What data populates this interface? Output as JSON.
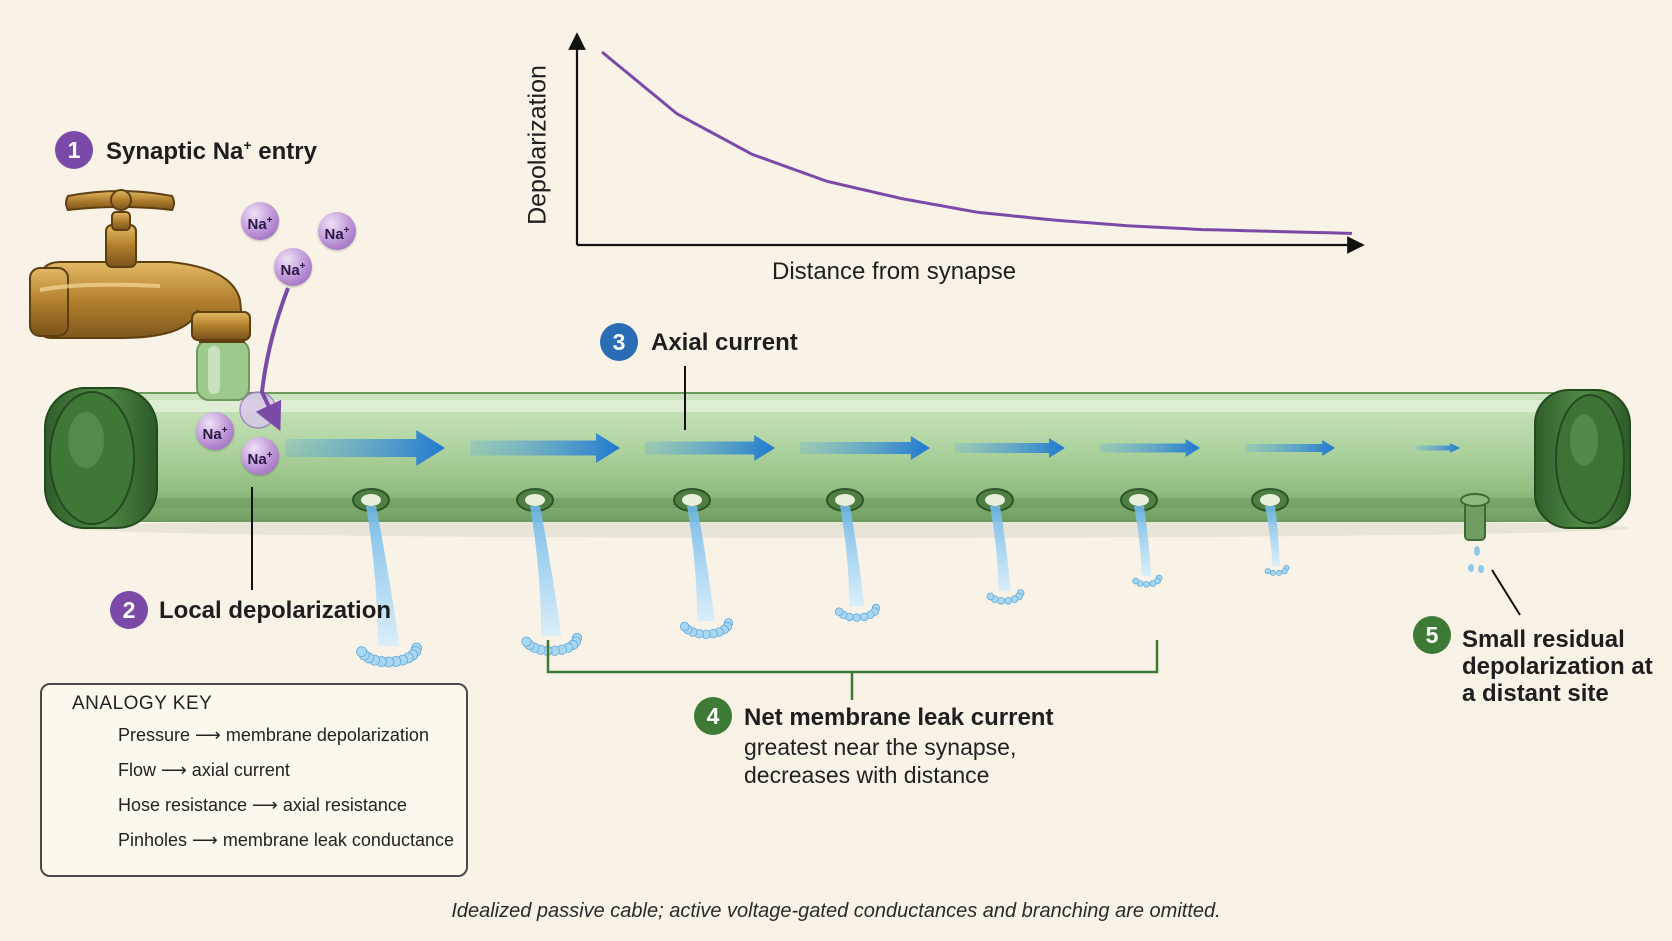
{
  "chart": {
    "y_label": "Depolarization",
    "x_label": "Distance from synapse"
  },
  "chart_data": {
    "type": "line",
    "title": "",
    "xlabel": "Distance from synapse",
    "ylabel": "Depolarization",
    "series": [
      {
        "values_note": "",
        "x": [
          0,
          0.1,
          0.2,
          0.3,
          0.4,
          0.5,
          0.6,
          0.7,
          0.8,
          0.9,
          1.0
        ],
        "y": [
          1.0,
          0.68,
          0.47,
          0.33,
          0.24,
          0.17,
          0.13,
          0.1,
          0.08,
          0.07,
          0.06
        ]
      }
    ],
    "axis_ticks": false,
    "grid": false
  },
  "labels": {
    "step1": {
      "number": "1",
      "text_main": "Synaptic Na",
      "text_sup": "+",
      "text_tail": " entry"
    },
    "step2": {
      "number": "2",
      "text": "Local depolarization"
    },
    "step3": {
      "number": "3",
      "text": "Axial current"
    },
    "step4": {
      "number": "4",
      "title": "Net membrane leak current",
      "line1": "greatest near the synapse,",
      "line2": "decreases with distance"
    },
    "step5": {
      "number": "5",
      "line1": "Small residual",
      "line2": "depolarization at",
      "line3": "a distant site"
    }
  },
  "ions": {
    "symbol": "Na",
    "charge": "+"
  },
  "analogy_key": {
    "title": "ANALOGY KEY",
    "rows": [
      {
        "icon": "purple-arrow-icon",
        "text": "Pressure ⟶ membrane depolarization"
      },
      {
        "icon": "blue-arrow-icon",
        "text": "Flow ⟶ axial current"
      },
      {
        "icon": "green-wave-icon",
        "text": "Hose resistance ⟶ axial resistance"
      },
      {
        "icon": "pinhole-circle-icon",
        "text": "Pinholes ⟶ membrane leak conductance"
      }
    ]
  },
  "caption": "Idealized passive cable; active voltage-gated conductances and branching are omitted.",
  "colors": {
    "background": "#f8f3e6",
    "purple": "#7b4aa8",
    "blue": "#2a6db5",
    "green": "#3c7a36",
    "hose": "#a9cf9a",
    "water": "#8ec9ec"
  }
}
